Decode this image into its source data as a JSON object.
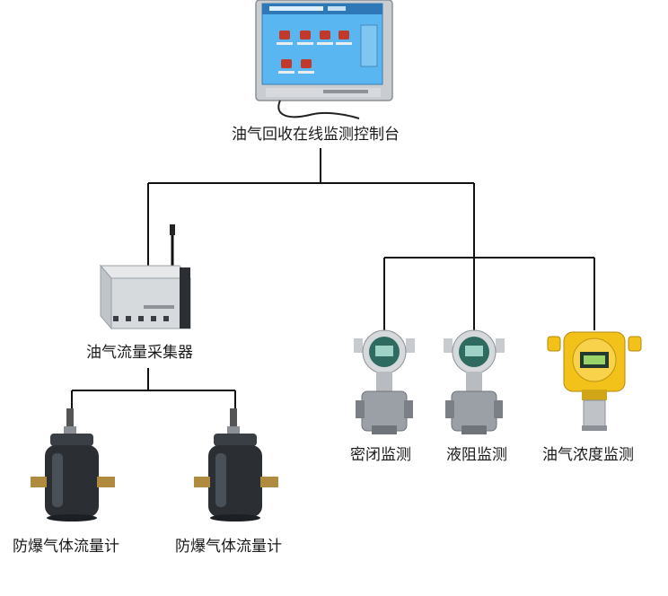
{
  "labels": {
    "console": "油气回收在线监测控制台",
    "collector": "油气流量采集器",
    "flow_meter_1": "防爆气体流量计",
    "flow_meter_2": "防爆气体流量计",
    "sealed_monitor": "密闭监测",
    "resistance_monitor": "液阻监测",
    "concentration_monitor": "油气浓度监测"
  },
  "colors": {
    "line": "#111111",
    "screen": "#5ab6f0",
    "device_gray": "#9aa0a6",
    "meter_dark": "#2b2f34",
    "transmitter_green": "#2f6a60",
    "detector_yellow": "#f2c21a"
  }
}
